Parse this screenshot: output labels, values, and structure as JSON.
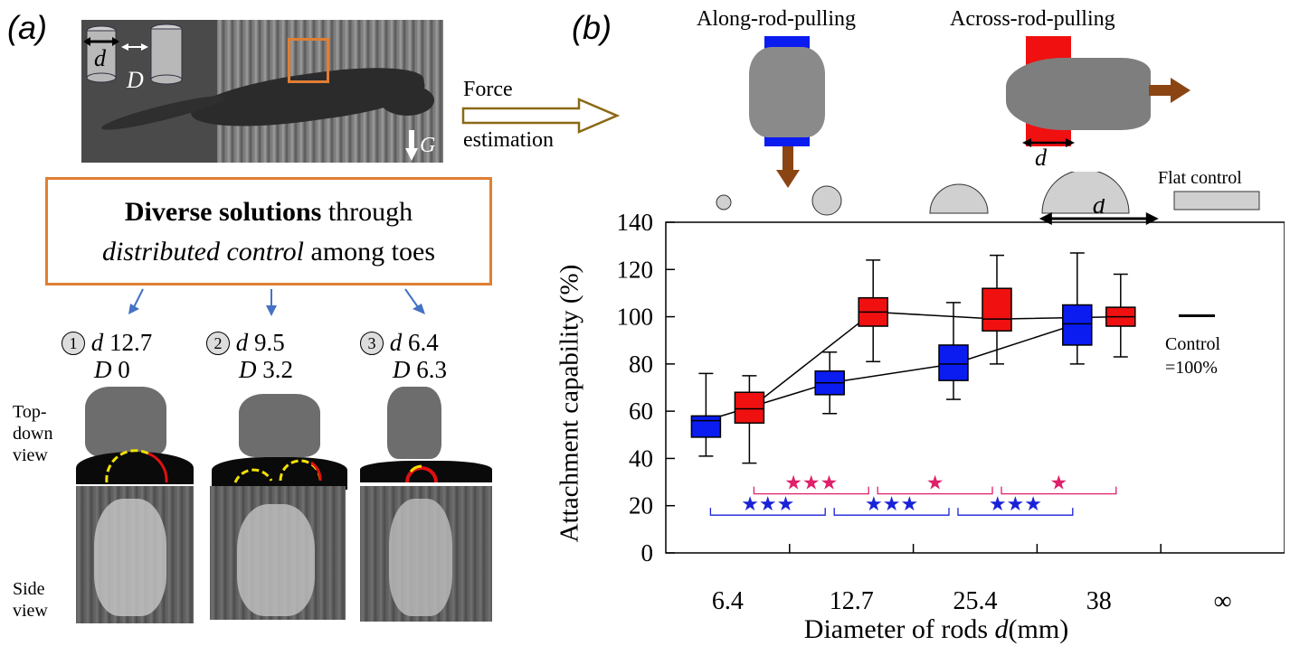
{
  "panel_a": {
    "letter": "(a)",
    "photo": {
      "d": "d",
      "D": "D",
      "G": "G"
    },
    "arrow_label_line1": "Force",
    "arrow_label_line2": "estimation",
    "blurb": {
      "bold": "Diverse solutions",
      "rest1": " through",
      "italic": "distributed control",
      "rest2": " among toes"
    },
    "cases": [
      {
        "num": "1",
        "d_label": "d",
        "d_value": "12.7",
        "D_label": "D",
        "D_value": "0"
      },
      {
        "num": "2",
        "d_label": "d",
        "d_value": "9.5",
        "D_label": "D",
        "D_value": "3.2"
      },
      {
        "num": "3",
        "d_label": "d",
        "d_value": "6.4",
        "D_label": "D",
        "D_value": "6.3"
      }
    ],
    "view_top": [
      "Top-",
      "down",
      "view"
    ],
    "view_side": [
      "Side",
      "view"
    ]
  },
  "panel_b": {
    "letter": "(b)",
    "along_label": "Along-rod-pulling",
    "across_label": "Across-rod-pulling",
    "d_symbol": "d",
    "flat_control": "Flat control",
    "control_line1": "Control",
    "control_line2": "=100%",
    "colors": {
      "along": "#0a1cf0",
      "across": "#f01010",
      "sig_along": "#1a22d8",
      "sig_across": "#e0206a",
      "arrow": "#8b4513"
    }
  },
  "chart_data": {
    "type": "box",
    "xlabel_prefix": "Diameter of rods ",
    "xlabel_var": "d",
    "xlabel_unit": "(mm)",
    "ylabel": "Attachment capability (%)",
    "ylim": [
      0,
      140
    ],
    "yticks": [
      0,
      20,
      40,
      60,
      80,
      100,
      120,
      140
    ],
    "categories": [
      "6.4",
      "12.7",
      "25.4",
      "38",
      "∞"
    ],
    "series": [
      {
        "key": "along",
        "boxes": [
          {
            "cat": "6.4",
            "min": 41,
            "q1": 49,
            "median": 56,
            "q3": 58,
            "max": 76
          },
          {
            "cat": "12.7",
            "min": 59,
            "q1": 67,
            "median": 72,
            "q3": 77,
            "max": 85
          },
          {
            "cat": "25.4",
            "min": 65,
            "q1": 73,
            "median": 80,
            "q3": 88,
            "max": 106
          },
          {
            "cat": "38",
            "min": 80,
            "q1": 88,
            "median": 97,
            "q3": 105,
            "max": 127
          }
        ]
      },
      {
        "key": "across",
        "boxes": [
          {
            "cat": "6.4",
            "min": 38,
            "q1": 55,
            "median": 61,
            "q3": 68,
            "max": 75
          },
          {
            "cat": "12.7",
            "min": 81,
            "q1": 96,
            "median": 102,
            "q3": 108,
            "max": 124
          },
          {
            "cat": "25.4",
            "min": 80,
            "q1": 94,
            "median": 99,
            "q3": 112,
            "max": 126
          },
          {
            "cat": "38",
            "min": 83,
            "q1": 96,
            "median": 100,
            "q3": 104,
            "max": 118
          }
        ]
      }
    ],
    "significance": [
      {
        "series": "across",
        "from": "6.4",
        "to": "12.7",
        "stars": "★★★"
      },
      {
        "series": "across",
        "from": "12.7",
        "to": "25.4",
        "stars": "★"
      },
      {
        "series": "across",
        "from": "25.4",
        "to": "38",
        "stars": "★"
      },
      {
        "series": "along",
        "from": "6.4",
        "to": "12.7",
        "stars": "★★★"
      },
      {
        "series": "along",
        "from": "12.7",
        "to": "25.4",
        "stars": "★★★"
      },
      {
        "series": "along",
        "from": "25.4",
        "to": "38",
        "stars": "★★★"
      }
    ]
  }
}
